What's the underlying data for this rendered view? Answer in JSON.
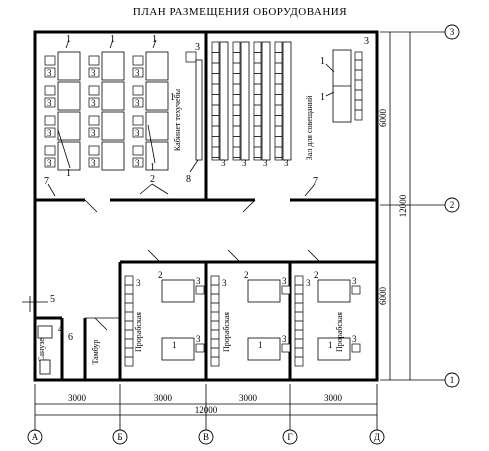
{
  "title": "ПЛАН РАЗМЕЩЕНИЯ ОБОРУДОВАНИЯ",
  "axes": {
    "columns": [
      "А",
      "Б",
      "В",
      "Г",
      "Д"
    ],
    "rows": [
      "1",
      "2",
      "3"
    ]
  },
  "dimensions": {
    "bottom_segments": [
      "3000",
      "3000",
      "3000",
      "3000"
    ],
    "bottom_total": "12000",
    "right_segments": [
      "6000",
      "6000"
    ],
    "right_total": "12000"
  },
  "rooms": {
    "kabinet": "Кабинет техучебы",
    "zal": "Зал для совещаний",
    "prorabskaya": "Прорабская",
    "tambur": "Тамбур",
    "sanuzel": "Санузел"
  },
  "callouts": {
    "c1": "1",
    "c2": "2",
    "c3": "3",
    "c4": "4",
    "c5": "5",
    "c6": "6",
    "c7": "7",
    "c8": "8"
  }
}
